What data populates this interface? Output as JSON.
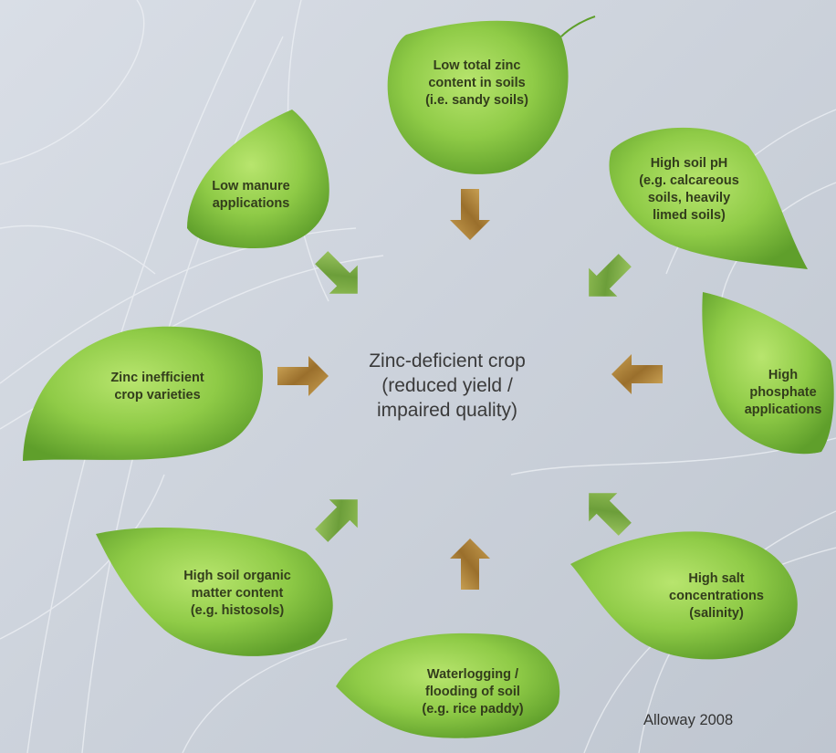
{
  "center": {
    "title": "Zinc-deficient crop\n(reduced yield /\nimpaired quality)"
  },
  "factors": [
    {
      "id": "low-total-zinc",
      "label": "Low total zinc\ncontent in soils\n(i.e. sandy soils)"
    },
    {
      "id": "high-soil-ph",
      "label": "High soil pH\n(e.g. calcareous\nsoils, heavily\nlimed soils)"
    },
    {
      "id": "high-phosphate",
      "label": "High\nphosphate\napplications"
    },
    {
      "id": "high-salt",
      "label": "High salt\nconcentrations\n(salinity)"
    },
    {
      "id": "waterlogging",
      "label": "Waterlogging /\nflooding of soil\n(e.g. rice paddy)"
    },
    {
      "id": "high-organic-matter",
      "label": "High soil organic\nmatter content\n(e.g. histosols)"
    },
    {
      "id": "zinc-inefficient-varieties",
      "label": "Zinc inefficient\ncrop varieties"
    },
    {
      "id": "low-manure",
      "label": "Low manure\napplications"
    }
  ],
  "citation": "Alloway 2008",
  "colors": {
    "leaf_light": "#a9dc5e",
    "leaf_mid": "#86c440",
    "leaf_dark": "#5e9f2a",
    "arrow_green": "#7fb04a",
    "arrow_gold": "#b88a3a",
    "background": "#cdd3dc"
  }
}
